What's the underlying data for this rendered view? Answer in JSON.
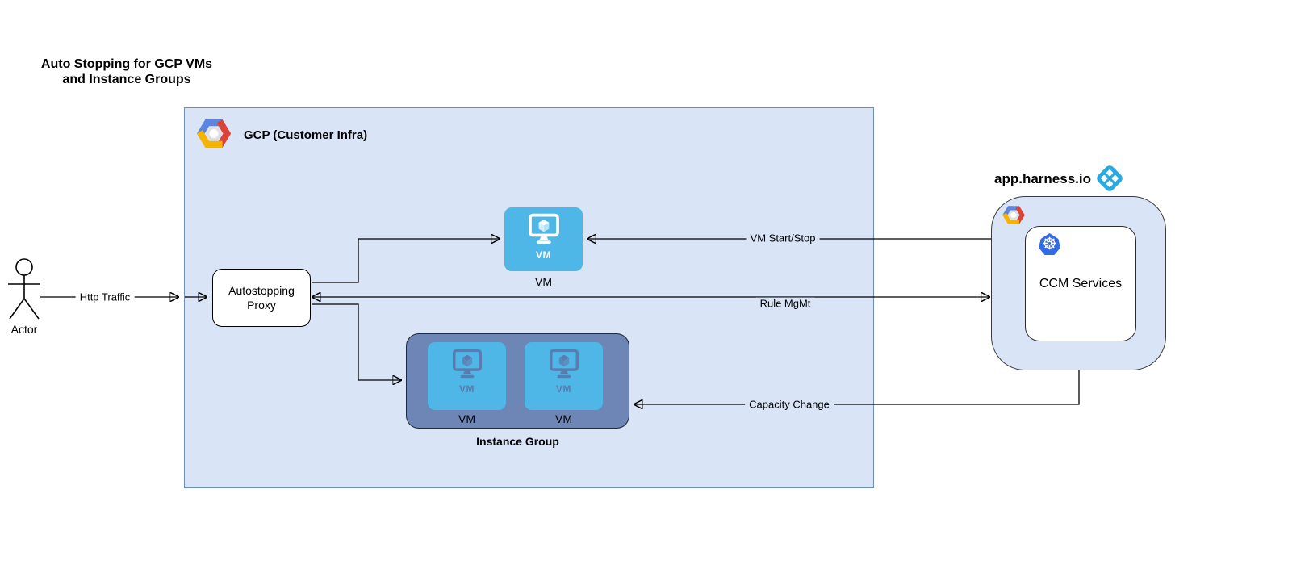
{
  "title": {
    "line1": "Auto Stopping for GCP VMs",
    "line2": "and Instance Groups"
  },
  "actor": {
    "label": "Actor"
  },
  "edges": {
    "http_traffic": {
      "label": "Http Traffic"
    },
    "vm_start_stop": {
      "label": "VM Start/Stop"
    },
    "rule_mgmt": {
      "label": "Rule MgMt"
    },
    "capacity_change": {
      "label": "Capacity Change"
    }
  },
  "gcp": {
    "label": "GCP (Customer Infra)"
  },
  "proxy": {
    "line1": "Autostopping",
    "line2": "Proxy"
  },
  "vm": {
    "badge": "VM",
    "caption": "VM"
  },
  "instance_group": {
    "caption": "Instance Group",
    "tiles": [
      {
        "badge": "VM",
        "caption": "VM"
      },
      {
        "badge": "VM",
        "caption": "VM"
      }
    ]
  },
  "harness": {
    "label": "app.harness.io",
    "ccm": {
      "label": "CCM Services"
    }
  },
  "icons": {
    "gcp_logo": "gcp-hexagon-logo",
    "harness_logo": "harness-logo",
    "kubernetes_logo": "kubernetes-wheel-logo",
    "vm_monitor": "vm-monitor-icon",
    "actor_figure": "uml-actor-stick-figure"
  },
  "colors": {
    "container_fill": "#DAE4F7",
    "container_border": "#6C8EBF",
    "vm_blue": "#4FB6E8",
    "instance_group_fill": "#6D86B6",
    "instance_group_icon": "#5C7BAE",
    "kubernetes_blue": "#326CE5",
    "harness_blue": "#29ABE2",
    "gcp_blue": "#5C85DE",
    "gcp_red": "#DB4437",
    "gcp_yellow": "#F4B400",
    "line_color": "#000000"
  }
}
